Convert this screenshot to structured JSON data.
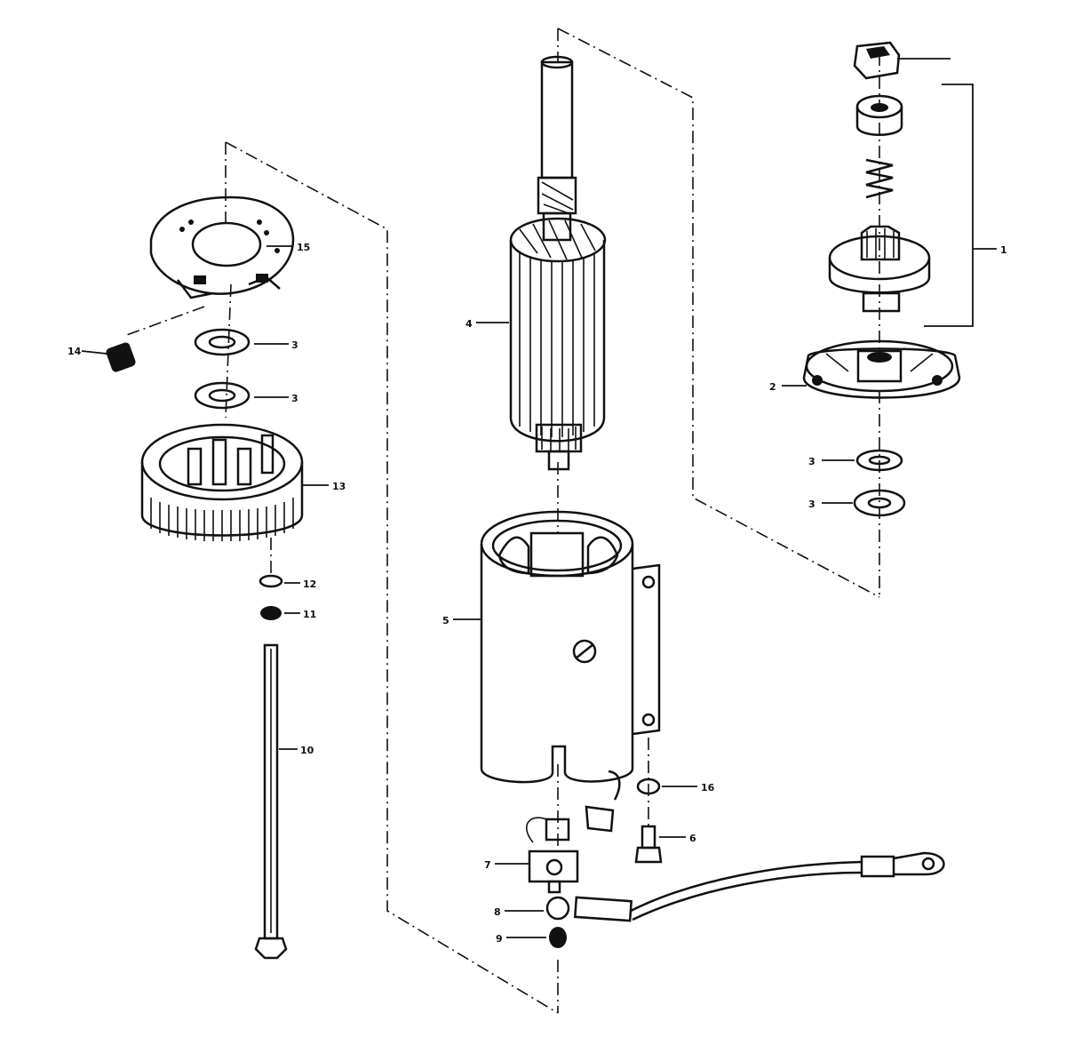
{
  "callouts": {
    "c1": "1",
    "c2": "2",
    "c3a": "3",
    "c3b": "3",
    "c3c": "3",
    "c3d": "3",
    "c4": "4",
    "c5": "5",
    "c6": "6",
    "c7": "7",
    "c8": "8",
    "c9": "9",
    "c10": "10",
    "c11": "11",
    "c12": "12",
    "c13": "13",
    "c14": "14",
    "c15": "15",
    "c16": "16"
  },
  "colors": {
    "ink": "#111111",
    "paper": "#ffffff"
  }
}
